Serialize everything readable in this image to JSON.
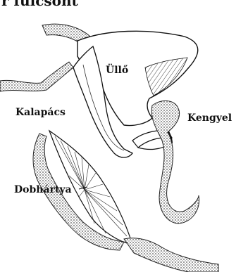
{
  "title": "r fülcsont",
  "labels": {
    "ullo": "Üllő",
    "kalapacs": "Kalapács",
    "kengyel": "Kengyel",
    "dobhartya": "Dobhártya"
  },
  "colors": {
    "ink": "#111111",
    "hatch": "#6a6a6a",
    "background": "#ffffff"
  }
}
